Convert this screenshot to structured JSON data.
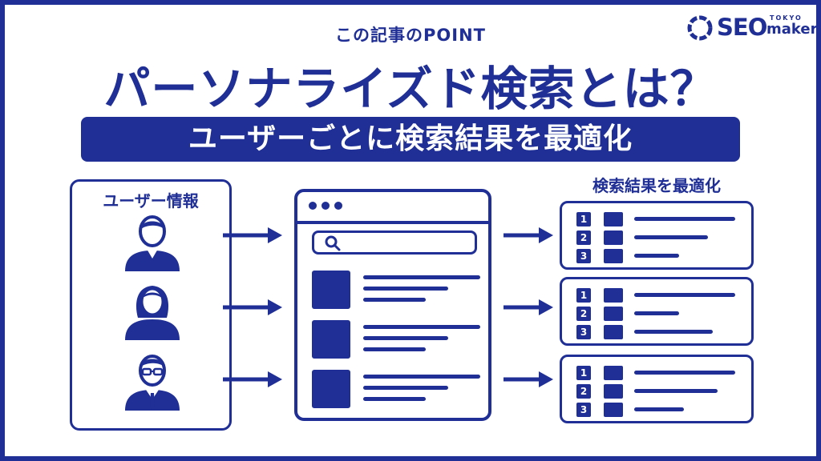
{
  "header": {
    "point_label": "この記事のPOINT",
    "title": "パーソナライズド検索とは？",
    "banner": "ユーザーごとに検索結果を最適化"
  },
  "logo": {
    "main": "SEO",
    "tokyo": "TOKYO",
    "maker": "maker"
  },
  "user_panel": {
    "title": "ユーザー情報",
    "users": [
      {
        "icon": "man-user-icon"
      },
      {
        "icon": "woman-user-icon"
      },
      {
        "icon": "businessman-glasses-user-icon"
      }
    ]
  },
  "browser": {
    "icons": [
      "window-dots-icon",
      "search-icon"
    ],
    "results_count_shown": 3
  },
  "optimized_results": {
    "title": "検索結果を最適化",
    "cards": [
      {
        "ranks": [
          "1",
          "2",
          "3"
        ]
      },
      {
        "ranks": [
          "1",
          "2",
          "3"
        ]
      },
      {
        "ranks": [
          "1",
          "2",
          "3"
        ]
      }
    ]
  },
  "colors": {
    "brand_navy": "#1f2f95",
    "background": "#ffffff"
  }
}
